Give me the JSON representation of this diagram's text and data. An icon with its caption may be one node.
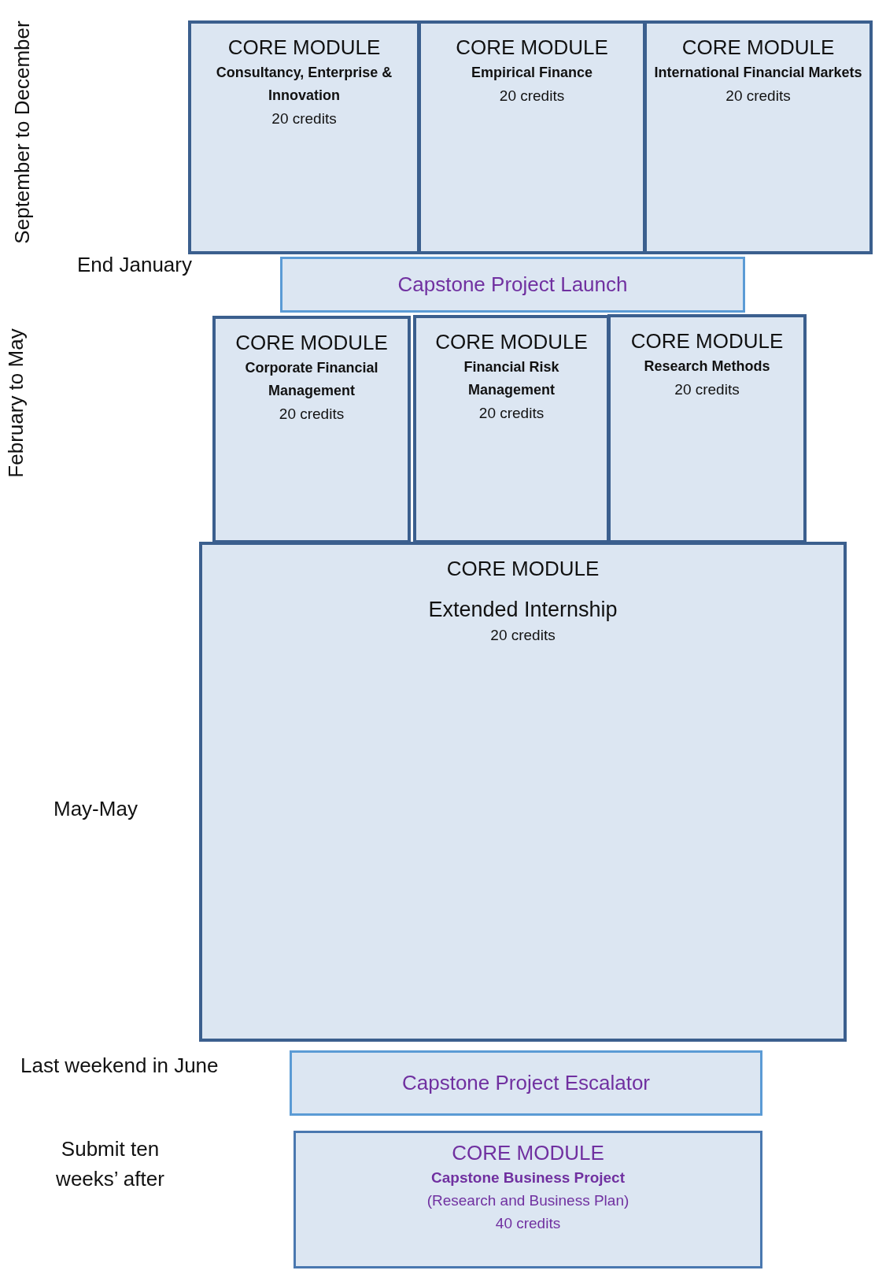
{
  "diagram": {
    "nodes": [
      {
        "text": [
          "CORE MODULE",
          "Consultancy, Enterprise & Innovation",
          "20 credits"
        ]
      },
      {
        "text": [
          "CORE MODULE",
          "Empirical Finance",
          "20 credits"
        ]
      },
      {
        "text": [
          "CORE MODULE",
          "International Financial Markets",
          "20 credits"
        ]
      },
      {
        "text": [
          "Capstone Project Launch"
        ]
      },
      {
        "text": [
          "CORE MODULE",
          "Corporate Financial Management",
          "20 credits"
        ]
      },
      {
        "text": [
          "CORE MODULE",
          "Financial Risk Management",
          "20 credits"
        ]
      },
      {
        "text": [
          "CORE MODULE",
          "Research Methods",
          "20 credits"
        ]
      },
      {
        "text": [
          "CORE MODULE",
          "Extended Internship",
          "20 credits"
        ]
      },
      {
        "text": [
          "Capstone Project Escalator"
        ]
      },
      {
        "text": [
          "CORE MODULE",
          "Capstone Business Project",
          "(Research and Business Plan)",
          "40 credits"
        ]
      }
    ],
    "labels": [
      "September to December",
      "End January",
      "February to May",
      "May-May",
      "Last weekend in June",
      "Submit ten weeks’ after"
    ]
  }
}
